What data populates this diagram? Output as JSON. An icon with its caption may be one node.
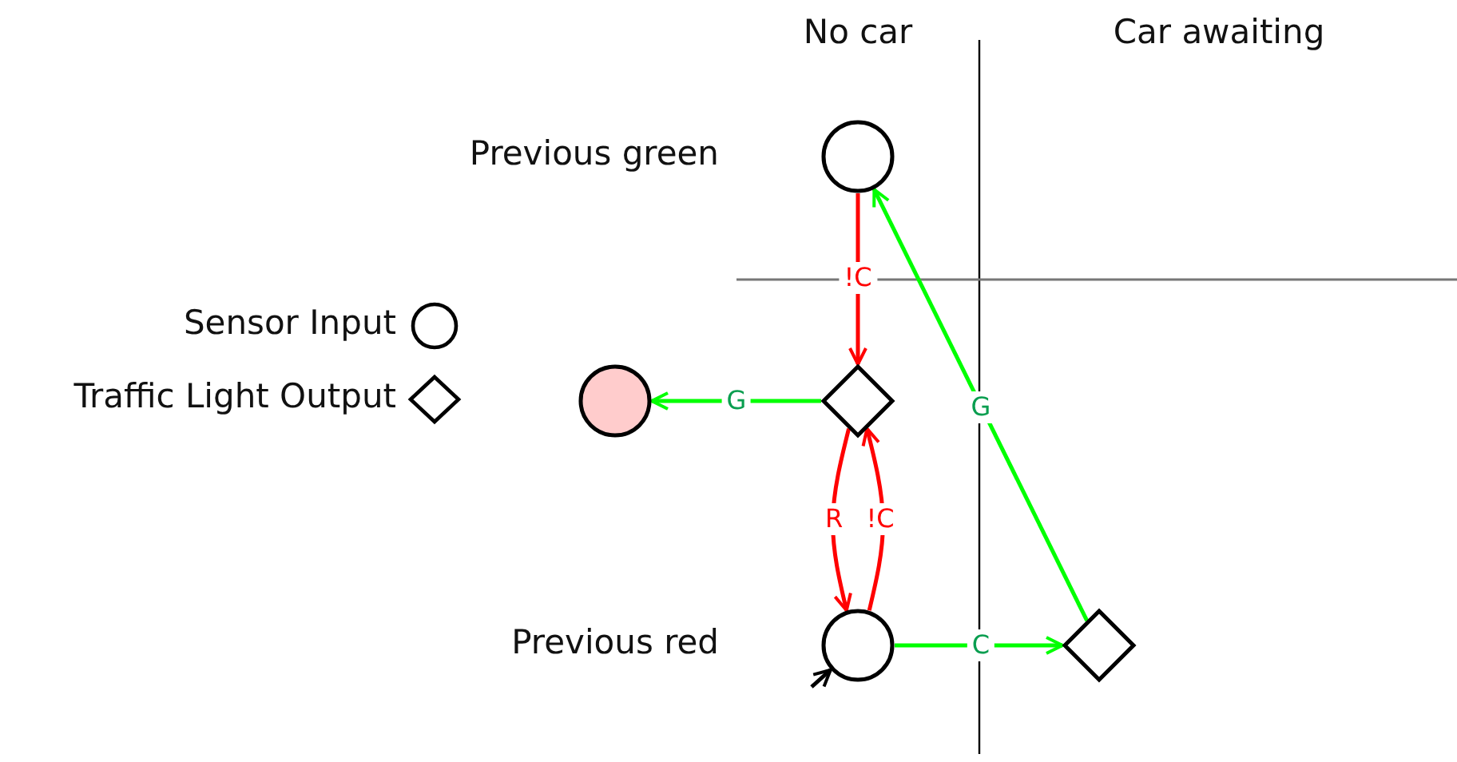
{
  "diagram": {
    "nodes": [
      {
        "text": [],
        "shape": "circle",
        "beside": [
          "Previous green"
        ]
      },
      {
        "text": [],
        "shape": "diamond"
      },
      {
        "text": [],
        "shape": "circle"
      },
      {
        "text": [],
        "shape": "circle",
        "beside": [
          "Previous red"
        ]
      },
      {
        "text": [],
        "shape": "diamond"
      }
    ],
    "edges": [
      {
        "from": 0,
        "to": 1,
        "arrow": "to",
        "label": "!C",
        "color": "#ff0000"
      },
      {
        "from": 1,
        "to": 2,
        "arrow": "to",
        "label": "G",
        "color": "#00ff00"
      },
      {
        "from": 1,
        "to": 3,
        "arrow": "to",
        "label": "R",
        "color": "#ff0000"
      },
      {
        "from": 3,
        "to": 1,
        "arrow": "to",
        "label": "!C",
        "color": "#ff0000"
      },
      {
        "from": 3,
        "to": 4,
        "arrow": "to",
        "label": "C",
        "color": "#00ff00"
      },
      {
        "from": 4,
        "to": 0,
        "arrow": "to",
        "label": "G",
        "color": "#00ff00"
      },
      {
        "from": null,
        "to": 3,
        "arrow": "to",
        "color": "#000000"
      }
    ],
    "labels": [
      "No car",
      "Car awaiting"
    ],
    "legend": [
      {
        "text": "Sensor Input"
      },
      {
        "text": "Traffic Light Output"
      }
    ]
  }
}
